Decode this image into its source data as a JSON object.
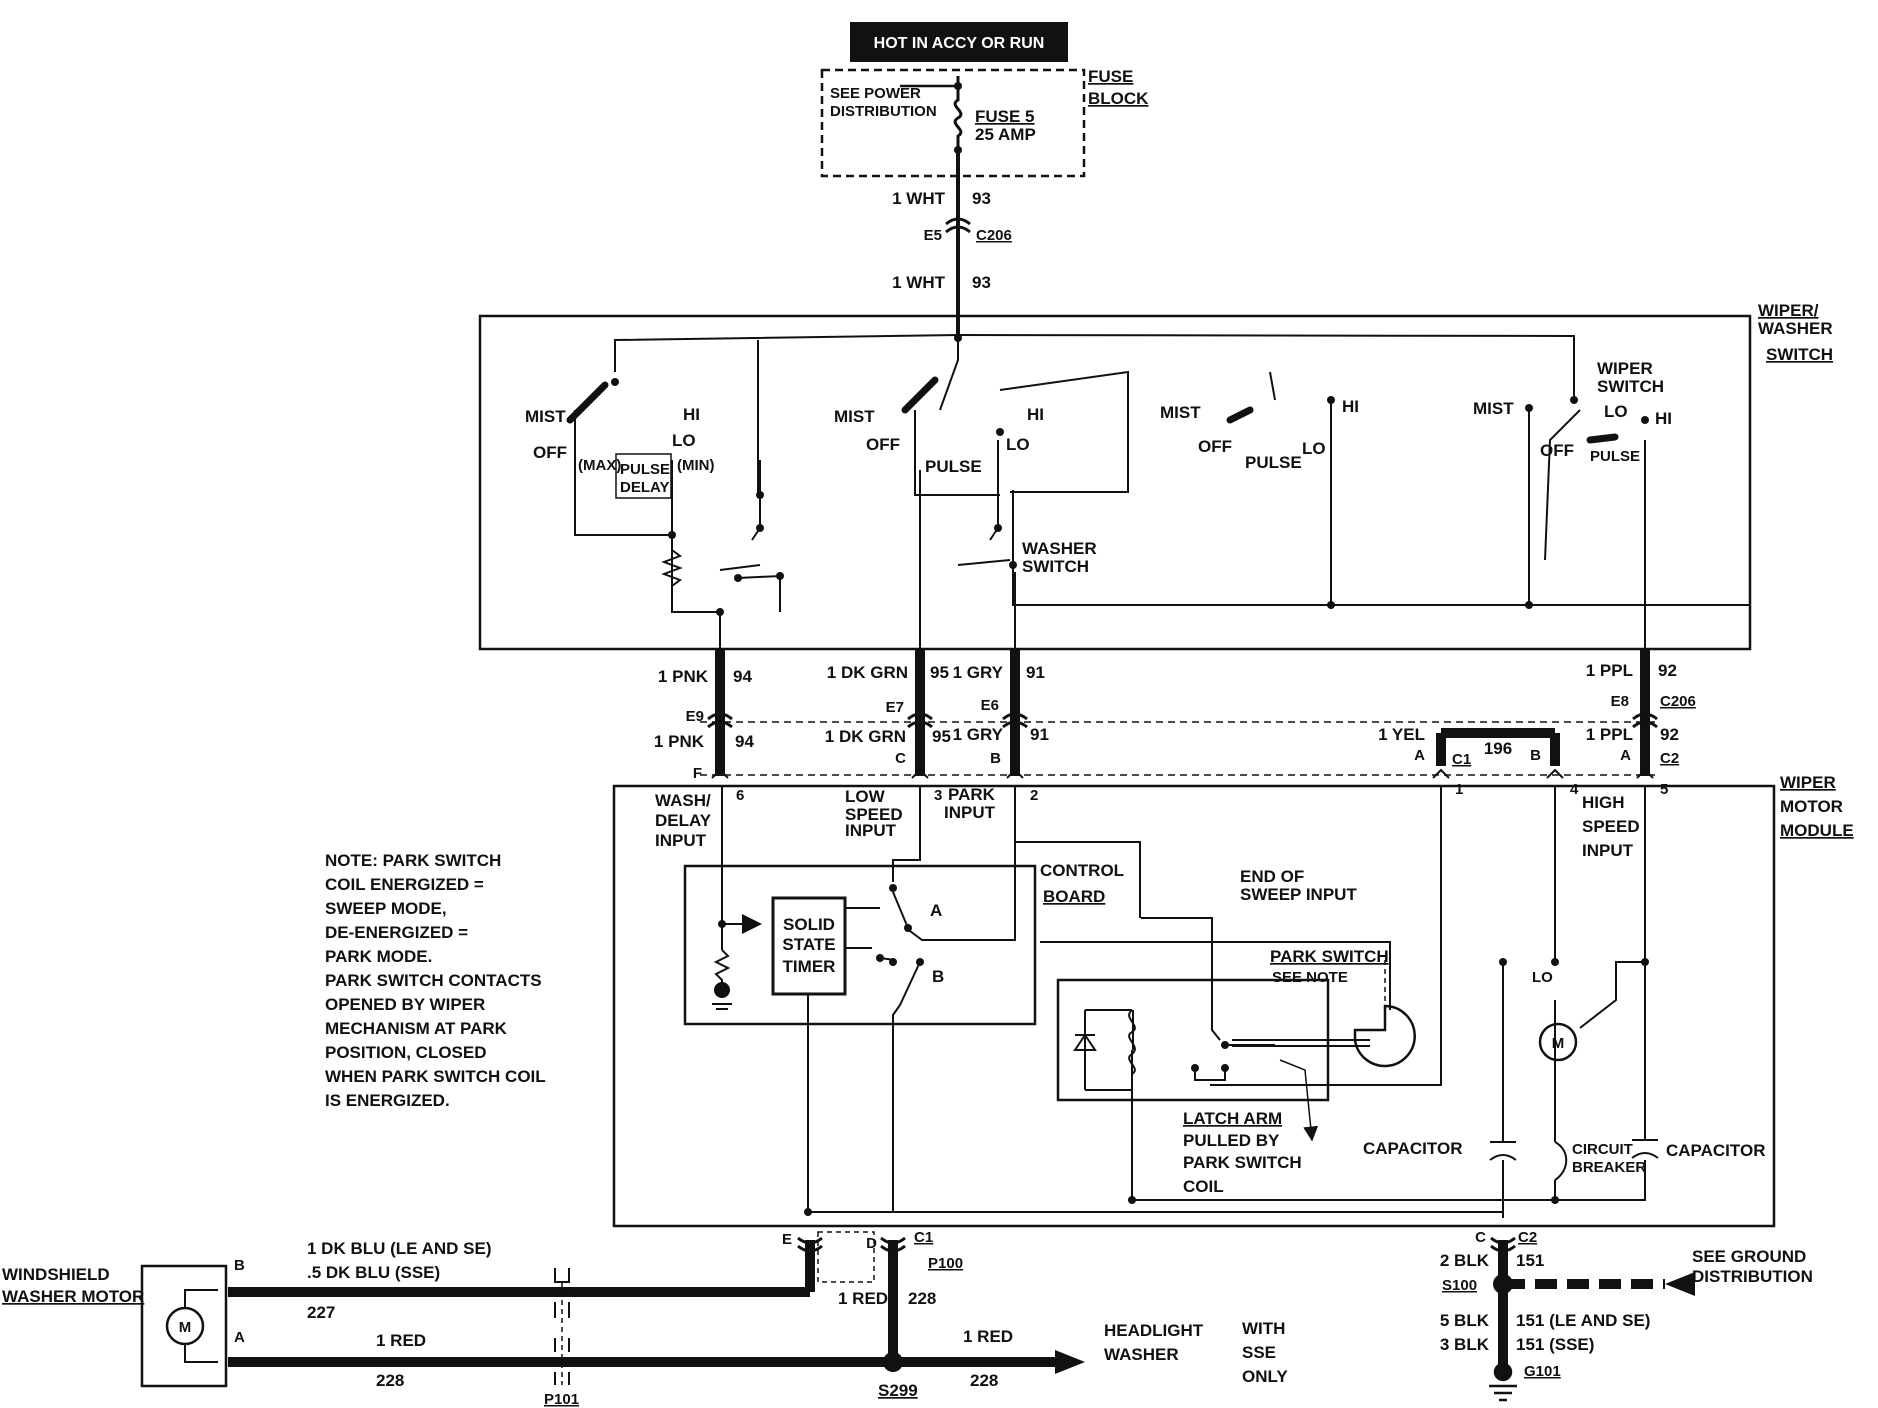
{
  "power": {
    "hot_label": "HOT IN ACCY OR RUN",
    "fuse_block": [
      "FUSE",
      "BLOCK"
    ],
    "see_power": [
      "SEE POWER",
      "DISTRIBUTION"
    ],
    "fuse": [
      "FUSE 5",
      "25 AMP"
    ]
  },
  "wires_top": [
    {
      "label": "1 WHT",
      "circuit": "93"
    },
    {
      "label": "1 WHT",
      "circuit": "93"
    }
  ],
  "c206_top": {
    "pin": "E5",
    "connector": "C206"
  },
  "switch": {
    "title": [
      "WIPER/",
      "WASHER",
      "SWITCH"
    ],
    "sec1": {
      "mist": "MIST",
      "off": "OFF",
      "max": "(MAX)",
      "pulse_delay": [
        "PULSE",
        "DELAY"
      ],
      "min": "(MIN)",
      "lo": "LO",
      "hi": "HI"
    },
    "sec2": {
      "mist": "MIST",
      "off": "OFF",
      "pulse": "PULSE",
      "lo": "LO",
      "hi": "HI"
    },
    "sec3": {
      "mist": "MIST",
      "off": "OFF",
      "pulse": "PULSE",
      "lo": "LO",
      "hi": "HI"
    },
    "sec4": {
      "mist": "MIST",
      "off": "OFF",
      "pulse": "PULSE",
      "lo": "LO",
      "hi": "HI",
      "wiper_switch": [
        "WIPER",
        "SWITCH"
      ]
    },
    "washer_switch": [
      "WASHER",
      "SWITCH"
    ]
  },
  "harness": {
    "upper": [
      {
        "label": "1 PNK",
        "circuit": "94"
      },
      {
        "label": "1 DK GRN",
        "circuit": "95"
      },
      {
        "label": "1 GRY",
        "circuit": "91"
      },
      {
        "label": "1 PPL",
        "circuit": "92"
      }
    ],
    "pins_c206": [
      "E9",
      "E7",
      "E6",
      "E8"
    ],
    "c206": "C206",
    "lower": [
      {
        "label": "1 PNK",
        "circuit": "94"
      },
      {
        "label": "1 DK GRN",
        "circuit": "95"
      },
      {
        "label": "1 GRY",
        "circuit": "91"
      },
      {
        "label": "1 YEL",
        "circuit": "196"
      },
      {
        "label": "1 PPL",
        "circuit": "92"
      }
    ],
    "pins_module": [
      "F",
      "C",
      "B",
      "A",
      "B",
      "A"
    ],
    "c1": "C1",
    "c2": "C2"
  },
  "module": {
    "title": [
      "WIPER",
      "MOTOR",
      "MODULE"
    ],
    "pin_nums": [
      "6",
      "3",
      "2",
      "1",
      "4",
      "5"
    ],
    "wash_delay": [
      "WASH/",
      "DELAY",
      "INPUT"
    ],
    "low_speed": [
      "LOW",
      "SPEED",
      "INPUT"
    ],
    "park_input": [
      "PARK",
      "INPUT"
    ],
    "high_speed": [
      "HIGH",
      "SPEED",
      "INPUT"
    ],
    "control_board": [
      "CONTROL",
      "BOARD"
    ],
    "timer": [
      "SOLID",
      "STATE",
      "TIMER"
    ],
    "contact_a": "A",
    "contact_b": "B",
    "end_sweep": [
      "END OF",
      "SWEEP INPUT"
    ],
    "park_switch": "PARK SWITCH",
    "see_note": "SEE NOTE",
    "latch": [
      "LATCH ARM",
      "PULLED BY",
      "PARK SWITCH",
      "COIL"
    ],
    "capacitor_left": "CAPACITOR",
    "capacitor_right": "CAPACITOR",
    "circuit_breaker": [
      "CIRCUIT",
      "BREAKER"
    ],
    "lo_label": "LO",
    "motor_symbol": "M"
  },
  "note": [
    "NOTE: PARK SWITCH",
    "COIL ENERGIZED =",
    "SWEEP MODE,",
    "DE-ENERGIZED =",
    "PARK MODE.",
    "PARK SWITCH CONTACTS",
    "OPENED BY WIPER",
    "MECHANISM AT PARK",
    "POSITION, CLOSED",
    "WHEN PARK SWITCH COIL",
    "IS ENERGIZED."
  ],
  "bottom": {
    "c1_pins": [
      "E",
      "D"
    ],
    "c1": "C1",
    "p100": "P100",
    "washer_motor": [
      "WINDSHIELD",
      "WASHER MOTOR"
    ],
    "washer_pins": [
      "B",
      "A"
    ],
    "wire_blu": [
      "1 DK BLU (LE AND SE)",
      ".5 DK BLU (SSE)"
    ],
    "circuit_227": "227",
    "wire_red": "1 RED",
    "circuit_228": "228",
    "wire_red_v": "1 RED",
    "circuit_228_v": "228",
    "p101": "P101",
    "s299": "S299",
    "wire_red_hw": "1 RED",
    "circuit_228_hw": "228",
    "headlight": [
      "HEADLIGHT",
      "WASHER"
    ],
    "with_sse": [
      "WITH",
      "SSE",
      "ONLY"
    ],
    "c2_pin": "C",
    "c2": "C2",
    "gnd_wire1": {
      "label": "2 BLK",
      "circuit": "151"
    },
    "s100": "S100",
    "gnd_wire2": {
      "label": "5 BLK",
      "circuit": "151 (LE AND SE)"
    },
    "gnd_wire3": {
      "label": "3 BLK",
      "circuit": "151 (SSE)"
    },
    "g101": "G101",
    "see_ground": [
      "SEE GROUND",
      "DISTRIBUTION"
    ],
    "motor_symbol": "M"
  }
}
